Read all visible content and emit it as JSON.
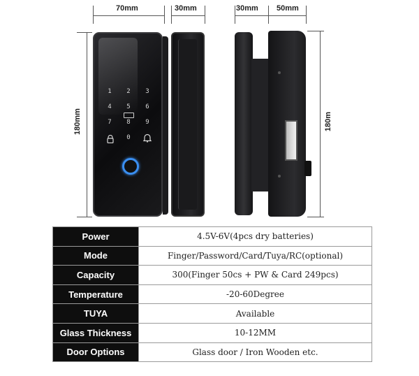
{
  "dimensions": {
    "front_width": "70mm",
    "back_width": "30mm",
    "side_left_width": "30mm",
    "side_right_width": "50mm",
    "front_height": "180mm",
    "side_height": "180m"
  },
  "keypad": {
    "keys": [
      "1",
      "2",
      "3",
      "4",
      "5",
      "6",
      "7",
      "8",
      "9",
      "0"
    ]
  },
  "specs": [
    {
      "label": "Power",
      "value": "4.5V-6V(4pcs dry batteries)"
    },
    {
      "label": "Mode",
      "value": "Finger/Password/Card/Tuya/RC(optional)"
    },
    {
      "label": "Capacity",
      "value": "300(Finger 50cs + PW & Card 249pcs)"
    },
    {
      "label": "Temperature",
      "value": "-20-60Degree"
    },
    {
      "label": "TUYA",
      "value": "Available"
    },
    {
      "label": "Glass Thickness",
      "value": "10-12MM"
    },
    {
      "label": "Door Options",
      "value": "Glass door / Iron Wooden etc."
    }
  ],
  "colors": {
    "label_bg": "#0e0e0e",
    "label_text": "#ffffff",
    "fingerprint_ring": "#3a8ef0"
  }
}
